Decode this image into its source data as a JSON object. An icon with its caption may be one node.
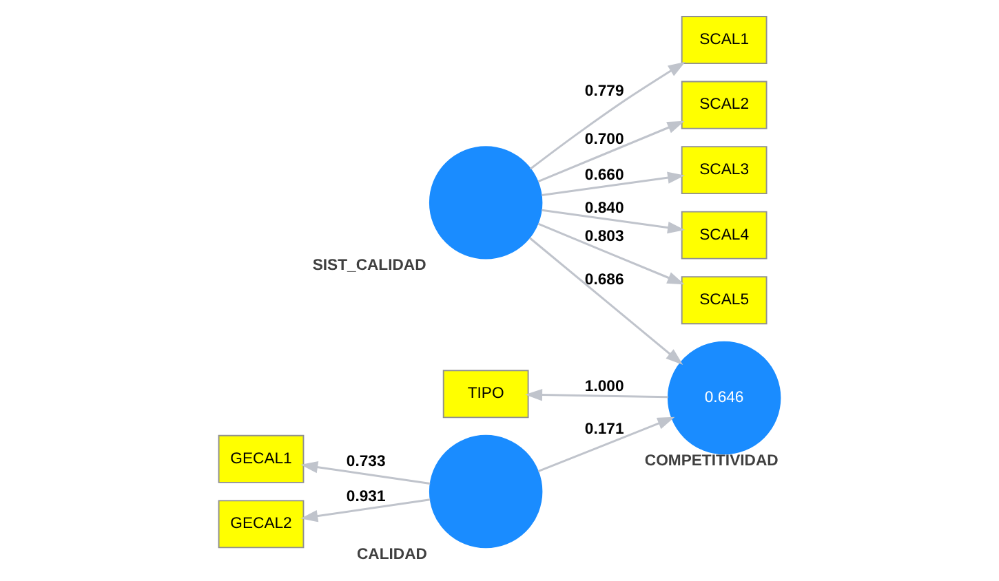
{
  "diagram": {
    "nodes": [
      {
        "text": [
          "CALIDAD"
        ]
      },
      {
        "text": [
          "SIST_CALIDAD"
        ]
      },
      {
        "text": [
          "0.646",
          "COMPETITIVIDAD"
        ]
      },
      {
        "text": [
          "GECAL1"
        ]
      },
      {
        "text": [
          "GECAL2"
        ]
      },
      {
        "text": [
          "SCAL1"
        ]
      },
      {
        "text": [
          "SCAL2"
        ]
      },
      {
        "text": [
          "SCAL3"
        ]
      },
      {
        "text": [
          "SCAL4"
        ]
      },
      {
        "text": [
          "SCAL5"
        ]
      },
      {
        "text": [
          "TIPO"
        ]
      }
    ],
    "edges": [
      {
        "from": 0,
        "to": 3,
        "arrow": "to",
        "label": "0.733"
      },
      {
        "from": 0,
        "to": 4,
        "arrow": "to",
        "label": "0.931"
      },
      {
        "from": 1,
        "to": 5,
        "arrow": "to",
        "label": "0.779"
      },
      {
        "from": 1,
        "to": 6,
        "arrow": "to",
        "label": "0.700"
      },
      {
        "from": 1,
        "to": 7,
        "arrow": "to",
        "label": "0.660"
      },
      {
        "from": 1,
        "to": 8,
        "arrow": "to",
        "label": "0.840"
      },
      {
        "from": 1,
        "to": 9,
        "arrow": "to",
        "label": "0.803"
      },
      {
        "from": 0,
        "to": 2,
        "arrow": "to",
        "label": "0.171"
      },
      {
        "from": 1,
        "to": 2,
        "arrow": "to",
        "label": "0.686"
      },
      {
        "from": 2,
        "to": 10,
        "arrow": "to",
        "label": "1.000"
      }
    ]
  }
}
